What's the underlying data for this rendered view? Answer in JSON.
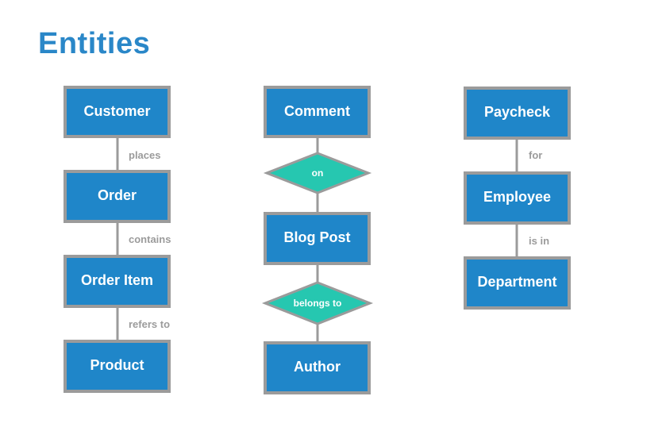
{
  "title": "Entities",
  "colors": {
    "entity_fill": "#1f86c9",
    "border": "#9b9b9b",
    "diamond_fill": "#26c7b0",
    "title": "#2a87c8"
  },
  "columns": [
    {
      "entities": [
        "Customer",
        "Order",
        "Order Item",
        "Product"
      ],
      "relations": [
        "places",
        "contains",
        "refers to"
      ],
      "relation_style": "text"
    },
    {
      "entities": [
        "Comment",
        "Blog Post",
        "Author"
      ],
      "relations": [
        "on",
        "belongs to"
      ],
      "relation_style": "diamond"
    },
    {
      "entities": [
        "Paycheck",
        "Employee",
        "Department"
      ],
      "relations": [
        "for",
        "is in"
      ],
      "relation_style": "text"
    }
  ]
}
